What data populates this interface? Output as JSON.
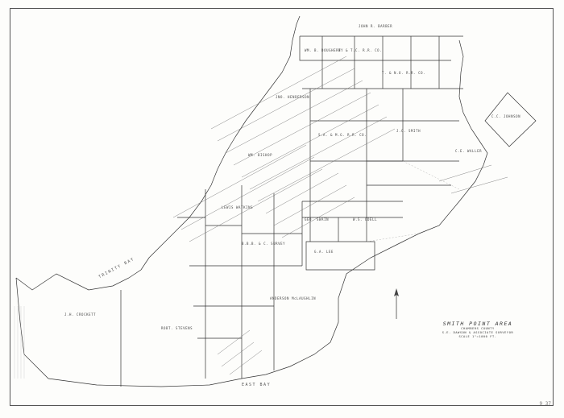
{
  "map": {
    "title": "SMITH POINT AREA",
    "county": "CHAMBERS COUNTY",
    "surveyor_line": "S.E. DAWSON & ASSOCIATE SURVEYOR",
    "scale": "SCALE 1\"=1000 FT.",
    "water_bodies": [
      "TRINITY BAY",
      "EAST BAY"
    ],
    "sheet_number": "9 37"
  },
  "tracts": {
    "t1": "JOHN R. BARBER",
    "t2": "WM. B. DOUGHERTY",
    "t3": "JNO. HENDERSON",
    "t4": "LEWIS WATKINS",
    "t5": "B.B.B. & C. SURVEY",
    "t6": "ANDERSON McLAUGHLIN",
    "t7": "H. & T.C. R.R. CO.",
    "t8": "T. & N.O. R.R. CO.",
    "t9": "S.A. & M.G. R.R. CO.",
    "t10": "J.C. SMITH",
    "t11": "WM. BISHOP",
    "t12": "C.E. WALLER",
    "t13": "GEO. SWAIN",
    "t14": "W.S. ODELL",
    "t15": "G.A. LEE",
    "t16": "J.H. CROCKETT",
    "t17": "ROBT. STEVENS",
    "t18": "C.C. JOHNSON"
  },
  "icons": {
    "north_arrow": "north-arrow-icon"
  }
}
